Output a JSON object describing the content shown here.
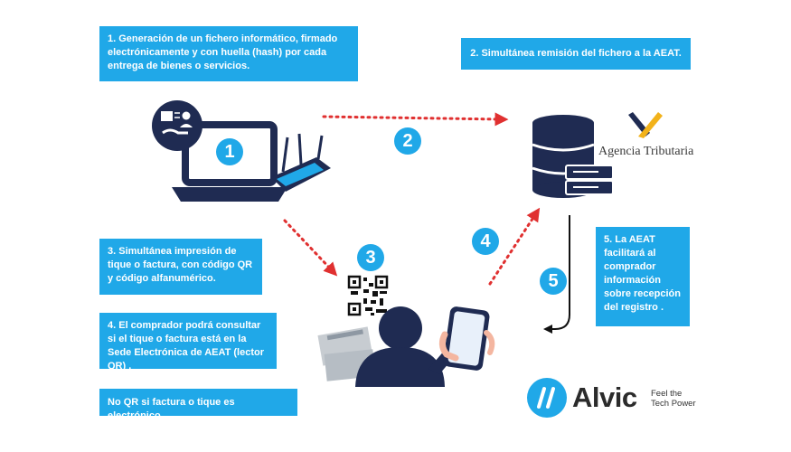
{
  "steps": {
    "s1": {
      "text": "1. Generación de un fichero informático, firmado electrónicamente y con huella (hash) por cada entrega de bienes o servicios.",
      "number": "1"
    },
    "s2": {
      "text": "2. Simultánea remisión del fichero a la AEAT.",
      "number": "2"
    },
    "s3": {
      "text": "3. Simultánea impresión de tique o factura, con código QR y código alfanumérico.",
      "number": "3"
    },
    "s4": {
      "text": "4. El comprador podrá consultar si el tique o factura está en la Sede Electrónica de AEAT (lector QR) .",
      "number": "4"
    },
    "s5": {
      "text": "5. La AEAT facilitará al comprador información sobre recepción del registro .",
      "number": "5"
    },
    "note": {
      "text": "No QR si factura o tique es electrónico"
    }
  },
  "agency": {
    "name": "Agencia Tributaria"
  },
  "brand": {
    "name": "Alvic",
    "tagline_line1": "Feel the",
    "tagline_line2": "Tech Power",
    "mark": "//"
  },
  "colors": {
    "accent": "#20a8e8",
    "navy": "#1f2b52",
    "arrow_red": "#e03030",
    "agency_yellow": "#f2b21a"
  }
}
